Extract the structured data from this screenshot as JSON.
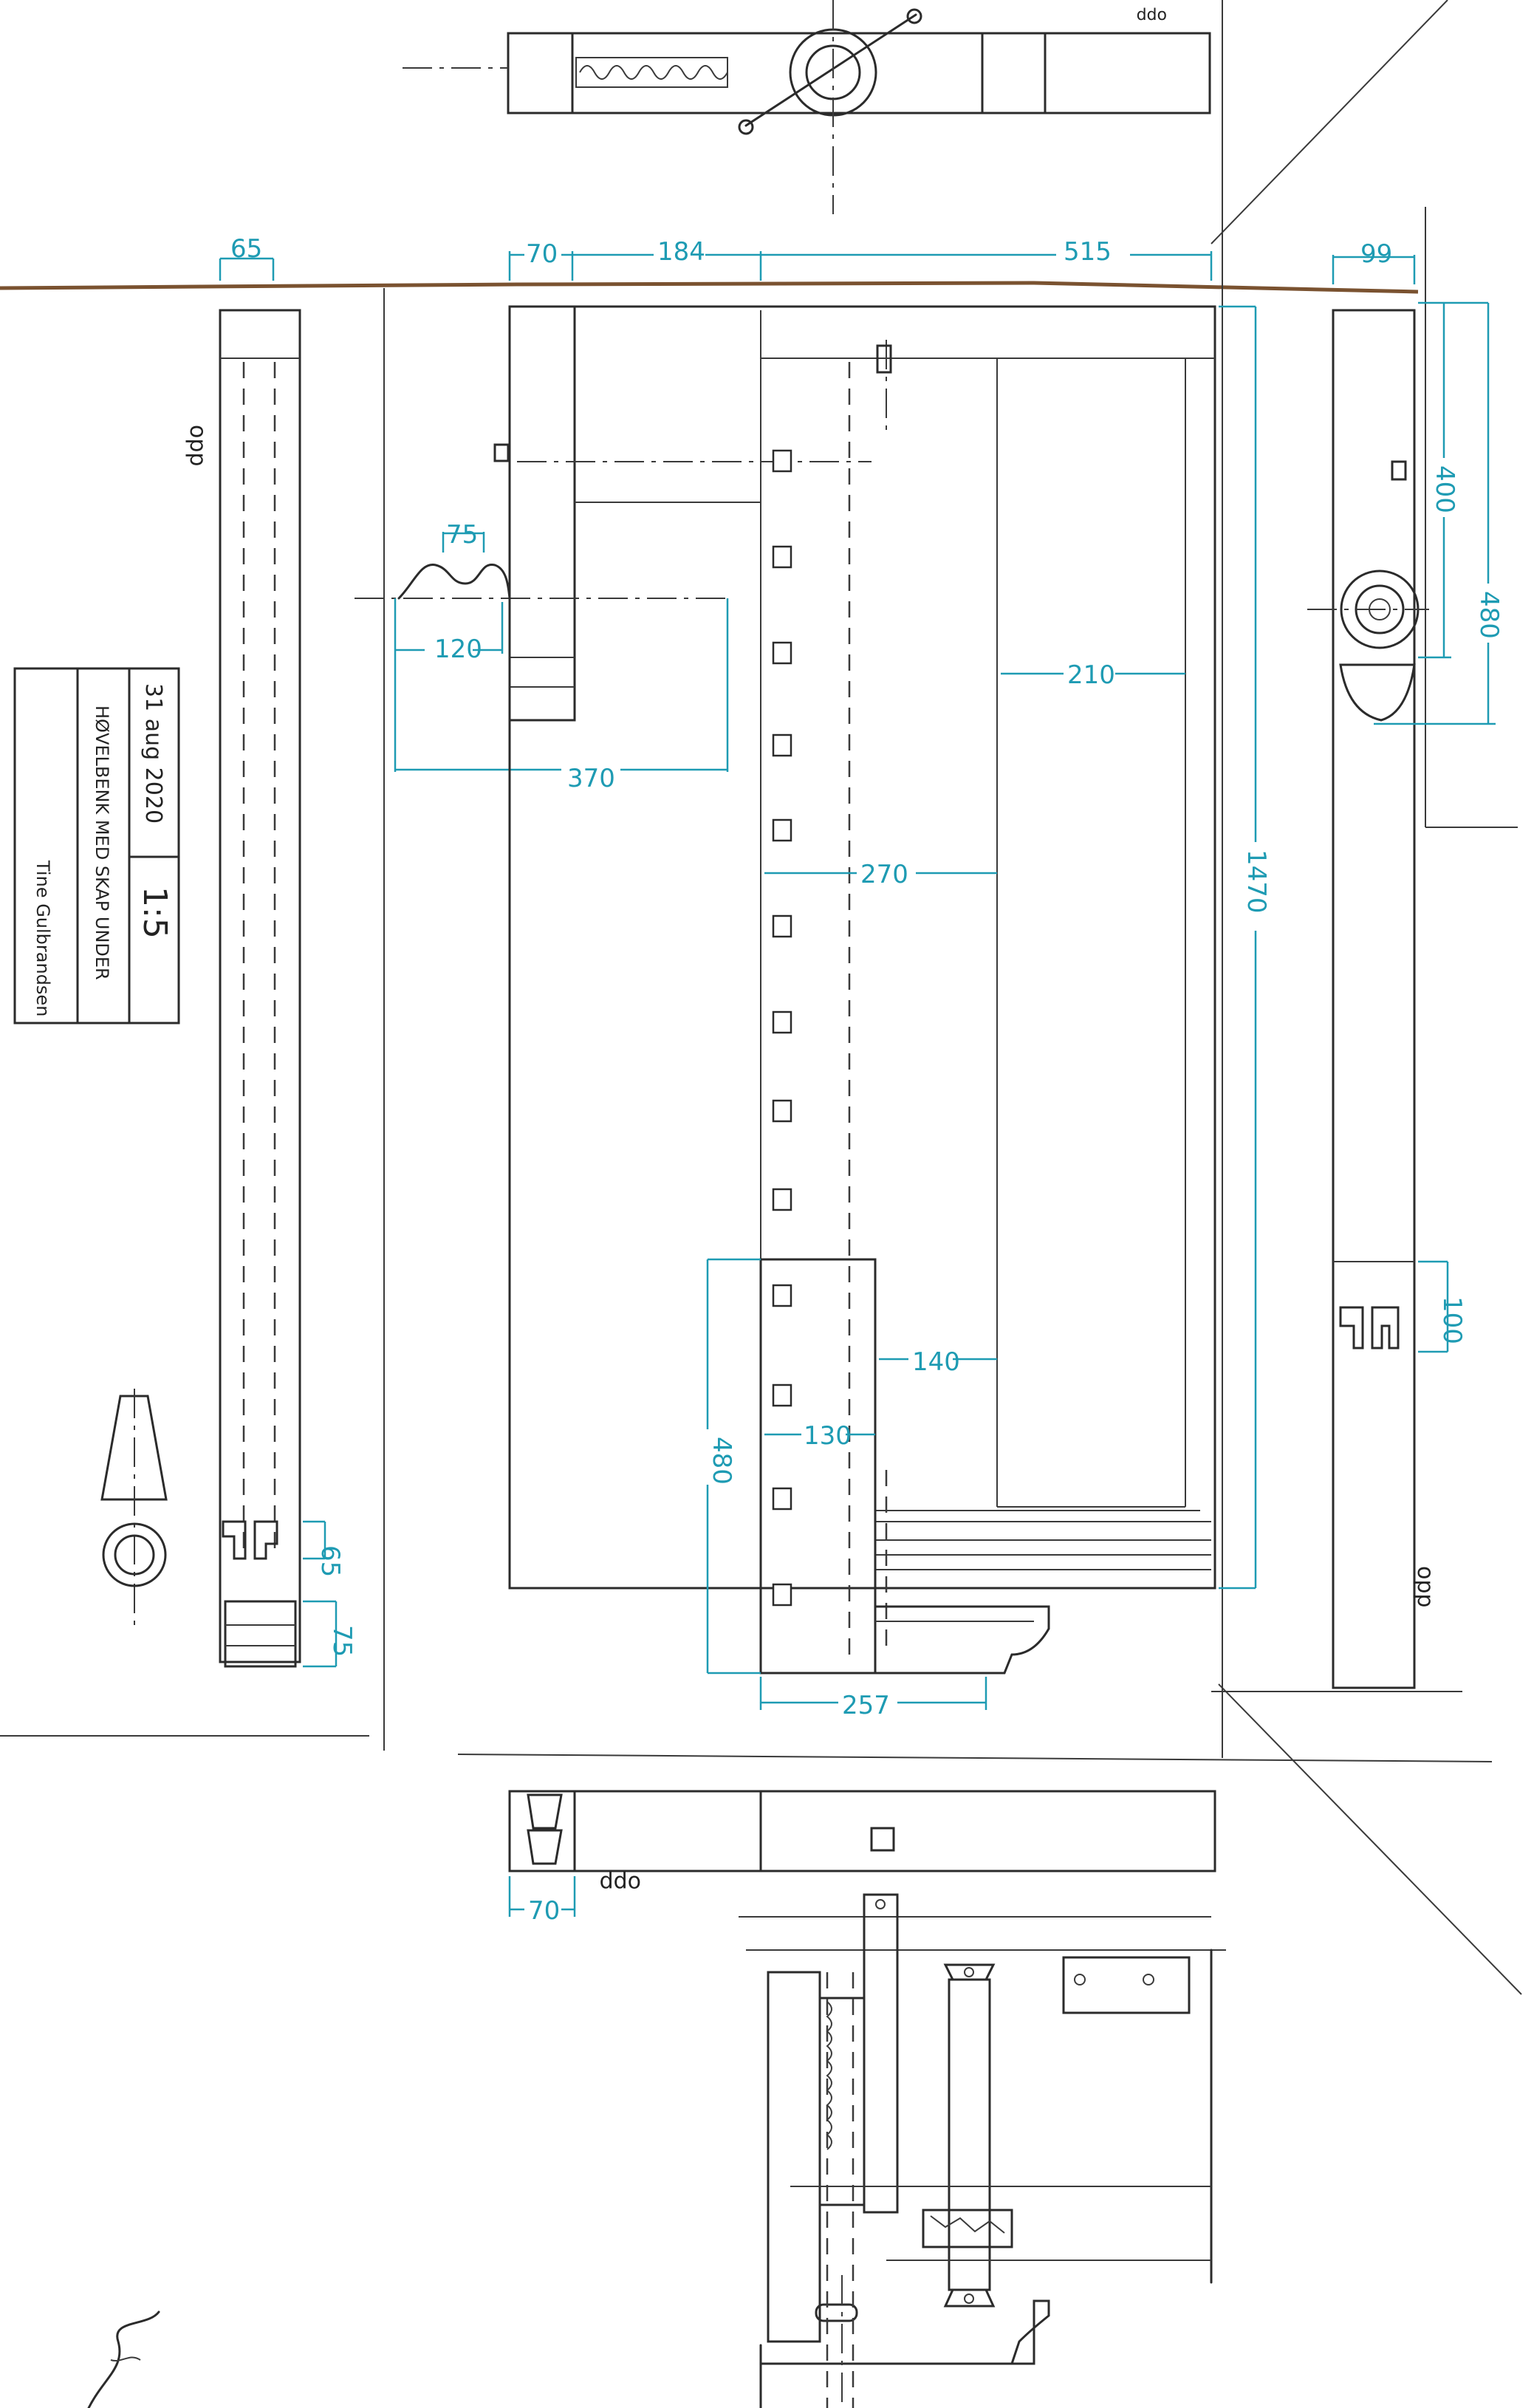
{
  "title_block": {
    "date": "31 aug 2020",
    "scale": "1:5",
    "drawing_title": "HØVELBENK MED SKAP UNDER",
    "author": "Tine Gulbrandsen"
  },
  "dimensions": {
    "d65_top": "65",
    "d70_top": "70",
    "d184": "184",
    "d515": "515",
    "d99": "99",
    "d75_profile": "75",
    "d120": "120",
    "d370": "370",
    "d400": "400",
    "d480_right": "480",
    "d210": "210",
    "d270": "270",
    "d1470": "1470",
    "d140": "140",
    "d130": "130",
    "d480_left": "480",
    "d257": "257",
    "d65_bottom": "65",
    "d75_bottom": "75",
    "d100": "100",
    "d70_bottom": "70"
  },
  "notes": {
    "opp_1": "opp",
    "opp_2": "opp",
    "opp_3": "opp",
    "opp_4": "opp"
  },
  "bench_dogs": {
    "count": 13
  },
  "colors": {
    "dimension": "#1e9bb3",
    "ink": "#2b2b2b",
    "edge": "#7a5230"
  }
}
